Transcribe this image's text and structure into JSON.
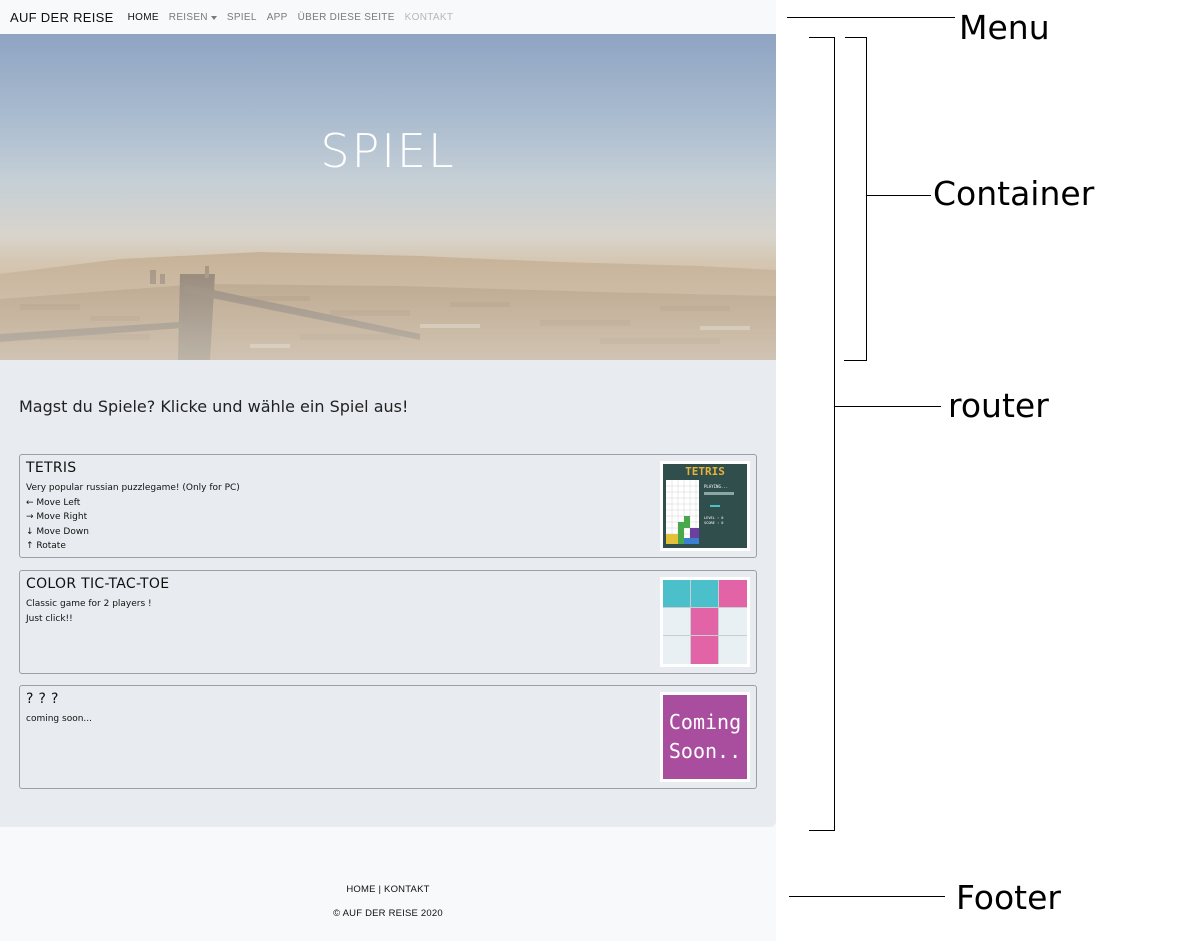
{
  "navbar": {
    "brand": "AUF DER REISE",
    "items": [
      {
        "label": "HOME"
      },
      {
        "label": "REISEN"
      },
      {
        "label": "SPIEL"
      },
      {
        "label": "APP"
      },
      {
        "label": "ÜBER DIESE SEITE"
      },
      {
        "label": "KONTAKT"
      }
    ]
  },
  "hero": {
    "title": "SPIEL"
  },
  "main": {
    "lead": "Magst du Spiele? Klicke und wähle ein Spiel aus!",
    "cards": [
      {
        "title": "TETRIS",
        "lines": [
          "Very popular russian puzzlegame! (Only for PC)",
          "← Move Left",
          "→ Move Right",
          "↓ Move Down",
          "↑ Rotate"
        ],
        "thumb": {
          "logo": "TETRIS",
          "status": "PLAYING...",
          "level": "LEVEL : 0",
          "score": "SCORE : 0"
        }
      },
      {
        "title": "COLOR TIC-TAC-TOE",
        "lines": [
          "Classic game for 2 players !",
          "Just click!!"
        ]
      },
      {
        "title": "? ? ?",
        "lines": [
          "coming soon..."
        ],
        "thumb": {
          "line1": "Coming",
          "line2": "Soon.."
        }
      }
    ]
  },
  "footer": {
    "home": "HOME",
    "separator": "|",
    "kontakt": "KONTAKT",
    "copyright": "© AUF DER REISE 2020"
  },
  "annotations": {
    "menu": "Menu",
    "container": "Container",
    "router": "router",
    "footer": "Footer"
  },
  "colors": {
    "tic_teal": "#4bbfca",
    "tic_pink": "#e264a6",
    "coming_soon_bg": "#a94d9e",
    "tetris_bg": "#2f4e4c"
  }
}
